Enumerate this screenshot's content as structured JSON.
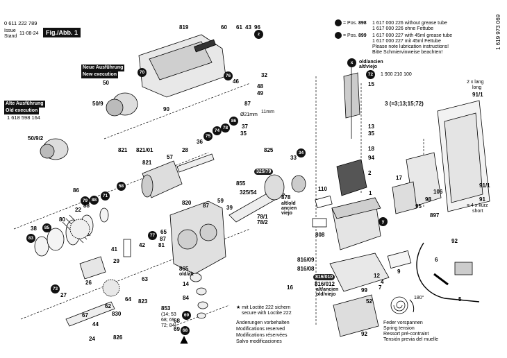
{
  "header": {
    "part_number": "0 611 222 789",
    "issue_label": "Issue",
    "stand_label": "Stand",
    "issue_date": "11-08-24",
    "fig_label": "Fig./Abb. 1"
  },
  "vertical_code": "1 619 973 069",
  "legend": {
    "line1_pos": "= Pos.",
    "line1_num": "898",
    "line1_a": "1 617 000 226 without grease tube",
    "line1_b": "1 617 000 226 ohne Fettube",
    "line2_pos": "= Pos.",
    "line2_num": "899",
    "line2_a": "1 617 000 227 with 45ml grease tube",
    "line2_b": "1 617 000 227 mit 45ml Fettube",
    "line2_c": "Please note lubrication instructions!",
    "line2_d": "Bitte Schmiervinweise beachten!"
  },
  "new_execution": {
    "line1": "Neue Ausführung",
    "line2": "New execution"
  },
  "old_execution": {
    "line1": "Alte Ausführung",
    "line2": "Old execution",
    "code": "1 618 598 164"
  },
  "anchor_label": {
    "line1": "old/ancien",
    "line2": "alt/viejo",
    "part": "1 900 210 100"
  },
  "armature_note": "3 (=3;13;15;72)",
  "long_label": {
    "a": "2 x lang",
    "b": "long",
    "c": "91/1"
  },
  "short_label": {
    "a": "91",
    "b": "= 4 x kurz",
    "c": "short"
  },
  "mm_label": {
    "a": "Ø21mm",
    "b": "11mm"
  },
  "old_labels": {
    "a": "878",
    "b": "alt/old",
    "c": "ancien",
    "d": "viejo",
    "e": "865",
    "f": "old/alt",
    "g": "816/012",
    "h": "alt/ancien",
    "i": "old/viejo"
  },
  "loctite": {
    "a": "mit Loctite 222 sichern",
    "b": "secure with Loctite 222"
  },
  "changes": {
    "a": "Änderungen vorbehalten",
    "b": "Modifications reserved",
    "c": "Modifications réservées",
    "d": "Salvo modificaciones"
  },
  "spring": {
    "a": "Feder vorspannen",
    "b": "Spring tension",
    "c": "Ressort pré-contraint",
    "d": "Tensión previa del muelle",
    "angle": "180°"
  },
  "group_853": {
    "a": "853",
    "b": "(14; 53",
    "c": "68; 69",
    "d": "72; 84)"
  },
  "badges": [
    "70",
    "76",
    "86",
    "75",
    "74",
    "78",
    "73",
    "71",
    "72",
    "85",
    "83",
    "88",
    "58",
    "77",
    "79",
    "34",
    "68",
    "69",
    "x",
    "y",
    "z"
  ],
  "boxed": [
    "325/79",
    "816/010"
  ],
  "part_numbers": [
    "819",
    "60",
    "61",
    "43",
    "96",
    "50",
    "32",
    "48",
    "49",
    "50/9",
    "90",
    "46",
    "87",
    "35",
    "50/9/2",
    "821",
    "821/01",
    "28",
    "36",
    "57",
    "821",
    "86",
    "22",
    "88",
    "80",
    "38",
    "59",
    "39",
    "820",
    "87",
    "825",
    "33",
    "855",
    "325/54",
    "78/1",
    "78/2",
    "41",
    "29",
    "81",
    "42",
    "65",
    "87",
    "26",
    "27",
    "64",
    "823",
    "62",
    "67",
    "44",
    "24",
    "830",
    "826",
    "14",
    "84",
    "68",
    "69",
    "15",
    "13",
    "35",
    "18",
    "94",
    "2",
    "110",
    "1",
    "808",
    "816/09",
    "816/08",
    "16",
    "17",
    "98",
    "106",
    "95",
    "897",
    "92",
    "6",
    "5",
    "9",
    "99",
    "52",
    "92",
    "12",
    "7",
    "4",
    "91/1",
    "63",
    "37"
  ]
}
